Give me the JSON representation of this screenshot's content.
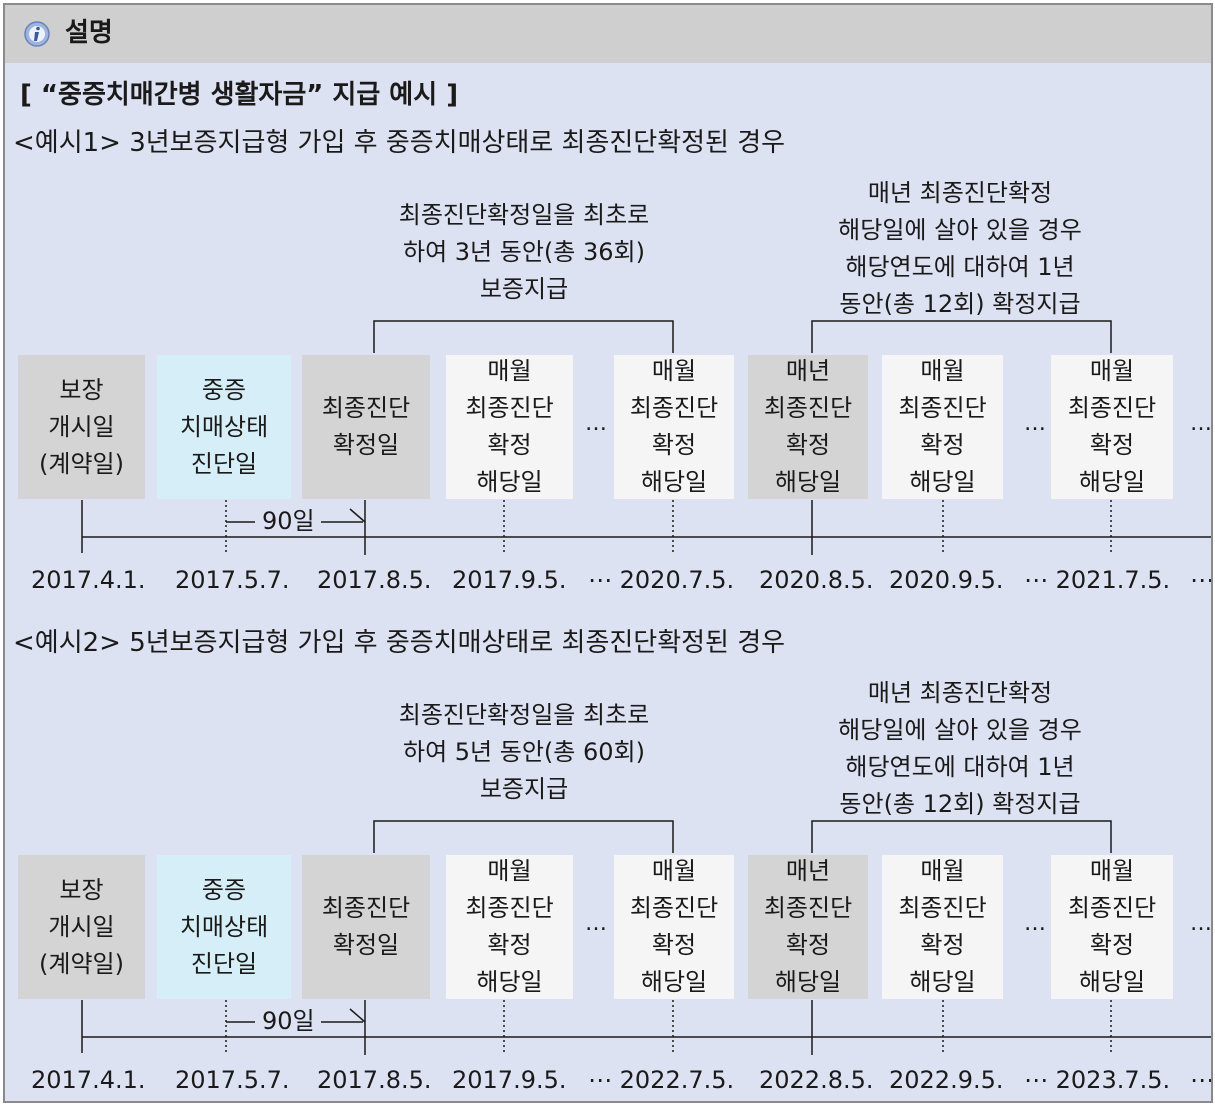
{
  "header": {
    "title": "설명",
    "icon": "info-icon"
  },
  "subtitle": "[ “중증치매간병 생활자금” 지급 예시 ]",
  "colors": {
    "panel": "#dde2f3",
    "header": "#cfcfcf",
    "box_gray": "#d4d4d4",
    "box_blue": "#d6eef8",
    "box_white": "#f5f5f5"
  },
  "examples": [
    {
      "title": "<예시1> 3년보증지급형 가입 후 중증치매상태로 최종진단확정된 경우",
      "note_guarantee": "최종진단확정일을 최초로\n하여 3년 동안(총 36회)\n보증지급",
      "note_annual": "매년 최종진단확정\n해당일에 살아 있을 경우\n해당연도에 대하여 1년\n동안(총 12회) 확정지급",
      "boxes": [
        "보장\n개시일\n(계약일)",
        "중증\n치매상태\n진단일",
        "최종진단\n확정일",
        "매월\n최종진단\n확정\n해당일",
        "매월\n최종진단\n확정\n해당일",
        "매년\n최종진단\n확정\n해당일",
        "매월\n최종진단\n확정\n해당일",
        "매월\n최종진단\n확정\n해당일"
      ],
      "gap_label": "90일",
      "ellipsis": "…",
      "dates": [
        "2017.4.1.",
        "2017.5.7.",
        "2017.8.5.",
        "2017.9.5.",
        "⋯ 2020.7.5.",
        "2020.8.5.",
        "2020.9.5.",
        "⋯ 2021.7.5.",
        "⋯"
      ]
    },
    {
      "title": "<예시2> 5년보증지급형 가입 후 중증치매상태로 최종진단확정된 경우",
      "note_guarantee": "최종진단확정일을 최초로\n하여 5년 동안(총 60회)\n보증지급",
      "note_annual": "매년 최종진단확정\n해당일에 살아 있을 경우\n해당연도에 대하여 1년\n동안(총 12회) 확정지급",
      "boxes": [
        "보장\n개시일\n(계약일)",
        "중증\n치매상태\n진단일",
        "최종진단\n확정일",
        "매월\n최종진단\n확정\n해당일",
        "매월\n최종진단\n확정\n해당일",
        "매년\n최종진단\n확정\n해당일",
        "매월\n최종진단\n확정\n해당일",
        "매월\n최종진단\n확정\n해당일"
      ],
      "gap_label": "90일",
      "ellipsis": "…",
      "dates": [
        "2017.4.1.",
        "2017.5.7.",
        "2017.8.5.",
        "2017.9.5.",
        "⋯ 2022.7.5.",
        "2022.8.5.",
        "2022.9.5.",
        "⋯ 2023.7.5.",
        "⋯"
      ]
    }
  ]
}
